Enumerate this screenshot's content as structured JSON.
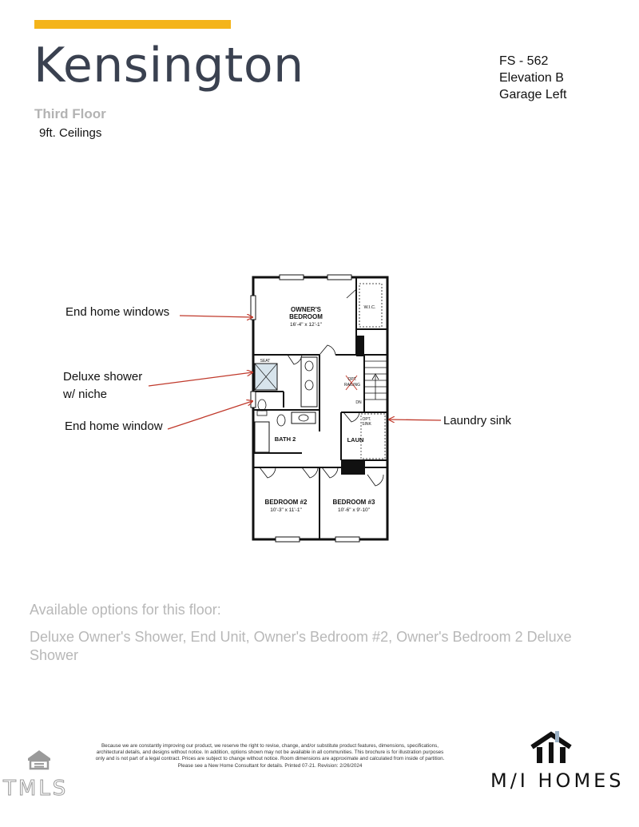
{
  "header": {
    "title": "Kensington",
    "plan_code": "FS - 562",
    "elevation": "Elevation B",
    "garage": "Garage Left",
    "floor": "Third Floor",
    "ceilings": "9ft. Ceilings"
  },
  "callouts": {
    "end_home_windows": "End home windows",
    "deluxe_shower_line1": "Deluxe shower",
    "deluxe_shower_line2": "w/ niche",
    "end_home_window": "End home window",
    "laundry_sink": "Laundry sink"
  },
  "floorplan": {
    "owners_bedroom": "OWNER'S",
    "owners_bedroom_2": "BEDROOM",
    "owners_bedroom_dims": "16'-4\" x 12'-1\"",
    "wic": "W.I.C.",
    "seat": "SEAT",
    "opt_railing_1": "OPT.",
    "opt_railing_2": "RAILING",
    "dn": "DN",
    "bath2": "BATH 2",
    "laun": "LAUN",
    "opt_sink_1": "OPT.",
    "opt_sink_2": "SINK",
    "bedroom2": "BEDROOM #2",
    "bedroom2_dims": "10'-3\" x 11'-1\"",
    "bedroom3": "BEDROOM #3",
    "bedroom3_dims": "10'-6\" x 9'-10\""
  },
  "options": {
    "heading": "Available options for this floor:",
    "list": "Deluxe Owner's Shower, End Unit, Owner's Bedroom #2, Owner's Bedroom 2 Deluxe Shower"
  },
  "footer": {
    "disclaimer": "Because we are constantly improving our product, we reserve the right to revise, change, and/or substitute product features, dimensions, specifications, architectural details, and designs without notice. In addition, options shown may not be available in all communities. This brochure is for illustration purposes only and is not part of a legal contract. Prices are subject to change without notice. Room dimensions are approximate and calculated from inside of partition. Please see a New Home Consultant for details. Printed 07-21. Revision: 2/26/2024",
    "brand": "M/I HOMES",
    "mls_mark": "TMLS",
    "lender_mark": "EQUAL HOUSING LENDER"
  },
  "colors": {
    "accent": "#f4b41a",
    "title": "#3a4150",
    "arrow": "#c0392b",
    "muted_text": "#b8b8b8"
  }
}
